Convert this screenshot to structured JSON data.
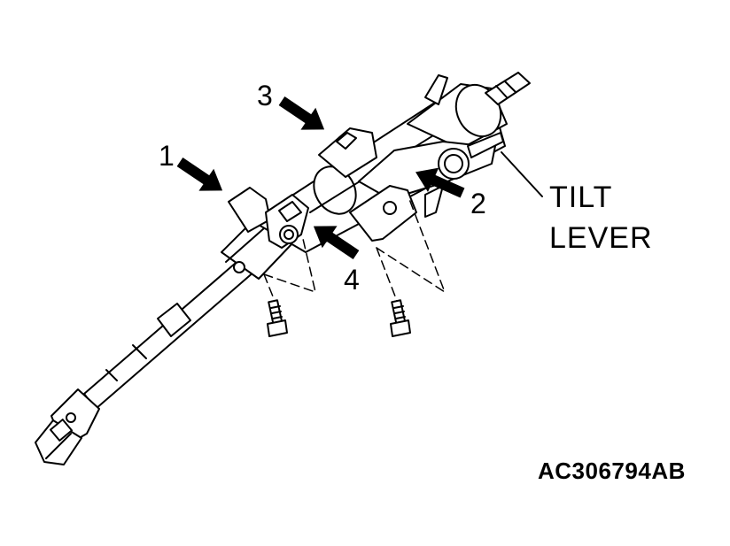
{
  "callouts": {
    "one": "1",
    "two": "2",
    "three": "3",
    "four": "4"
  },
  "tilt_lever": {
    "line1": "TILT",
    "line2": "LEVER"
  },
  "figure_code": "AC306794AB",
  "colors": {
    "ink": "#000000",
    "paper": "#ffffff"
  }
}
